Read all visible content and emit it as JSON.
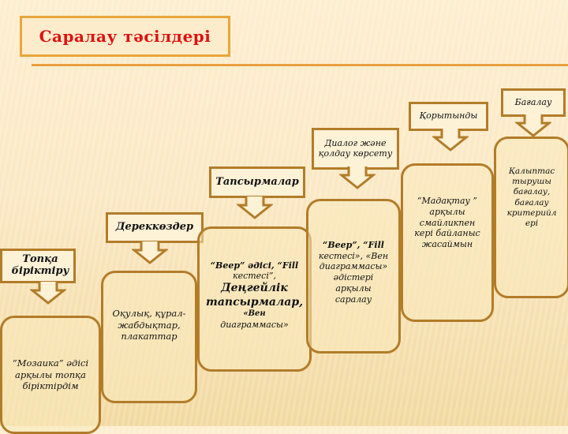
{
  "title": "Саралау тәсілдері",
  "colors": {
    "title_text": "#e01010",
    "title_border": "#e8a63c",
    "rule": "#e8a040",
    "box_border": "#b27c29",
    "background": "#fbe8c4"
  },
  "steps": [
    {
      "label": "Топқа біріктіру",
      "card_lines": [
        "“Мозаика” әдісі",
        "арқылы топқа",
        "біріктірдім"
      ]
    },
    {
      "label": "Дереккөздер",
      "card_lines": [
        "Оқулық, құрал-",
        "жабдықтар,",
        "плакаттар"
      ]
    },
    {
      "label": "Тапсырмалар",
      "card_lines": [
        "“Веер” әдісі, “Fill",
        "кестесі”,",
        "Деңгейлік",
        "тапсырмалар,",
        "«Вен",
        "диаграммасы»"
      ]
    },
    {
      "label": "Диалог және қолдау көрсету",
      "card_lines": [
        "“Веер”, “Fill",
        "кестесі», «Вен",
        "диаграммасы»",
        "әдістері",
        "арқылы",
        "саралау"
      ]
    },
    {
      "label": "Қорытынды",
      "card_lines": [
        "“Мадақтау ”",
        "арқылы",
        "смайликпен",
        "кері байланыс",
        "жасаймын"
      ]
    },
    {
      "label": "Бағалау",
      "card_lines": [
        "Қалыптас",
        "тырушы",
        "бағалау,",
        "бағалау",
        "критерийл",
        "ері"
      ]
    }
  ]
}
